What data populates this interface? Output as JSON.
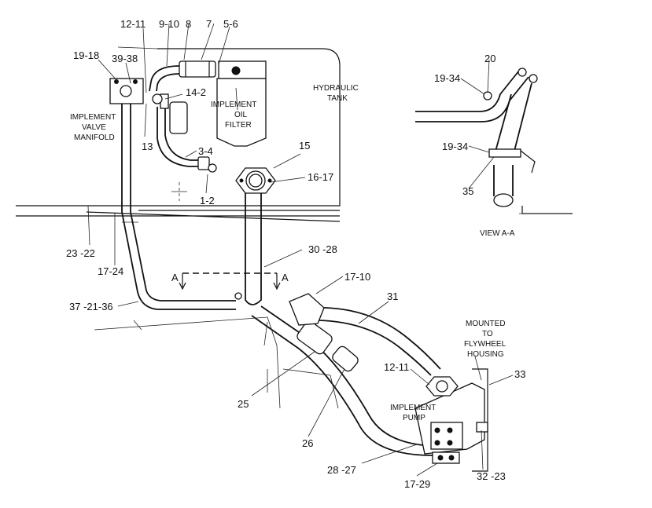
{
  "callouts": {
    "c_19_18": "19-18",
    "c_39_38": "39-38",
    "c_12_11_top": "12-11",
    "c_9_10": "9-10",
    "c_8": "8",
    "c_7": "7",
    "c_5_6": "5-6",
    "c_14_2": "14-2",
    "c_13": "13",
    "c_3_4": "3-4",
    "c_1_2": "1-2",
    "c_15": "15",
    "c_16_17": "16-17",
    "c_23_22": "23 -22",
    "c_17_24": "17-24",
    "c_30_28": "30 -28",
    "c_37_21_36": "37 -21-36",
    "c_17_10": "17-10",
    "c_31": "31",
    "c_25": "25",
    "c_26": "26",
    "c_12_11_pump": "12-11",
    "c_33": "33",
    "c_28_27": "28 -27",
    "c_17_29": "17-29",
    "c_32_23": "32 -23",
    "c_20": "20",
    "c_19_34_a": "19-34",
    "c_19_34_b": "19-34",
    "c_35": "35",
    "section_a_left": "A",
    "section_a_right": "A"
  },
  "labels": {
    "implement_valve_manifold": [
      "IMPLEMENT",
      "VALVE",
      "MANIFOLD"
    ],
    "implement_oil_filter": [
      "IMPLEMENT",
      "OIL",
      "FILTER"
    ],
    "hydraulic_tank": [
      "HYDRAULIC",
      "TANK"
    ],
    "implement_pump": [
      "IMPLEMENT",
      "PUMP"
    ],
    "mounted_to_flywheel_housing": [
      "MOUNTED",
      "TO",
      "FLYWHEEL",
      "HOUSING"
    ],
    "view_a_a": "VIEW  A-A"
  }
}
